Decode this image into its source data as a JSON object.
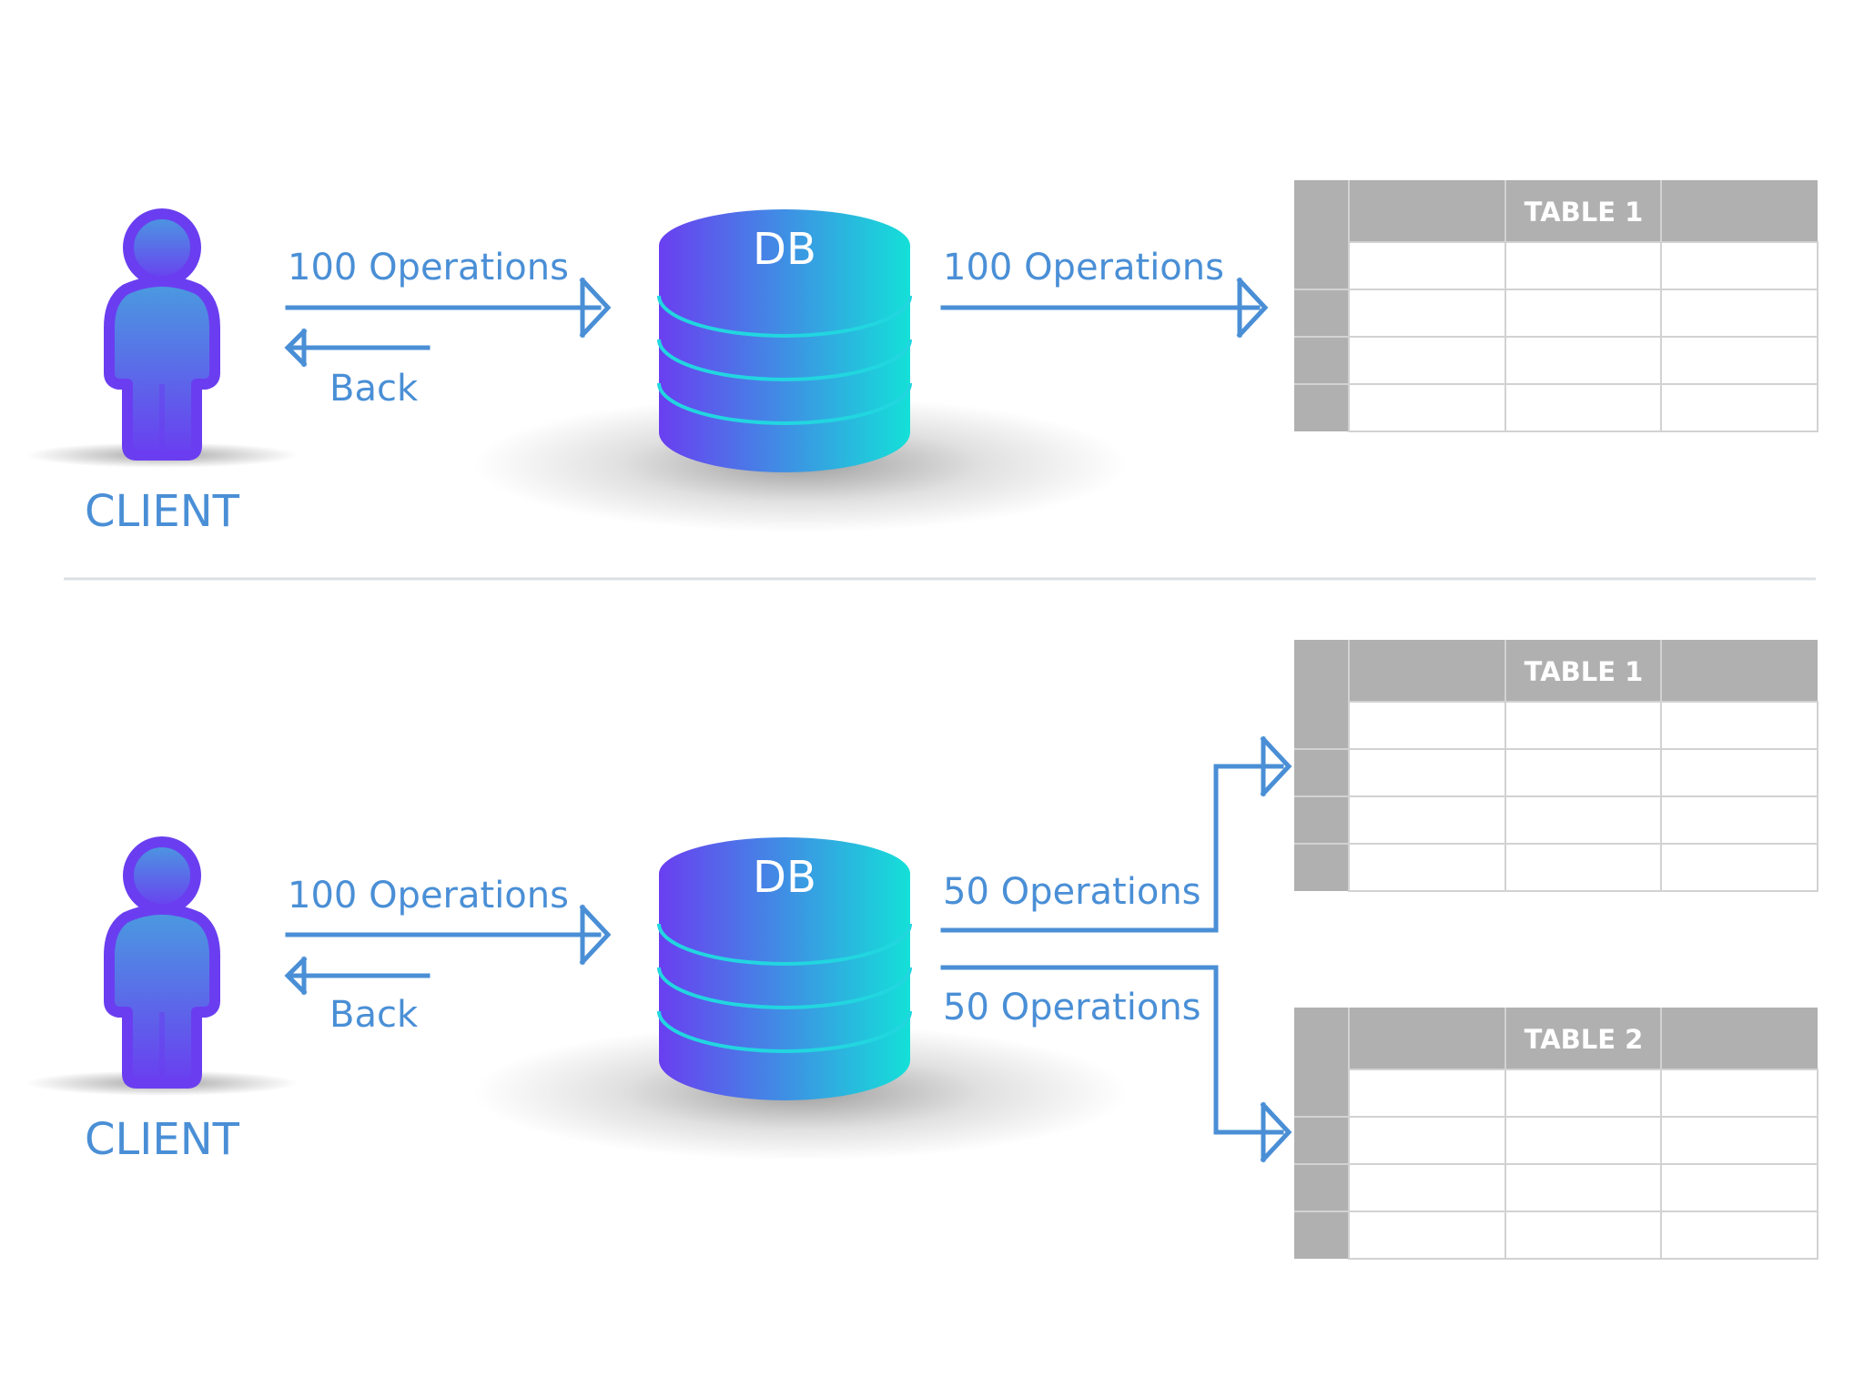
{
  "colors": {
    "accent": "#4a8fd6",
    "client_top": "#4a9be0",
    "client_bottom": "#6a3ef0",
    "db_left": "#6a3ef0",
    "db_right": "#14e0d8",
    "table_header": "#b0b0b0",
    "table_grid": "#d2d2d2"
  },
  "top": {
    "client_label": "CLIENT",
    "request_label": "100 Operations",
    "back_label": "Back",
    "db_label": "DB",
    "out_label": "100 Operations",
    "table": {
      "title": "TABLE 1"
    }
  },
  "bottom": {
    "client_label": "CLIENT",
    "request_label": "100 Operations",
    "back_label": "Back",
    "db_label": "DB",
    "out_labels": [
      "50 Operations",
      "50 Operations"
    ],
    "tables": [
      {
        "title": "TABLE 1"
      },
      {
        "title": "TABLE 2"
      }
    ]
  }
}
